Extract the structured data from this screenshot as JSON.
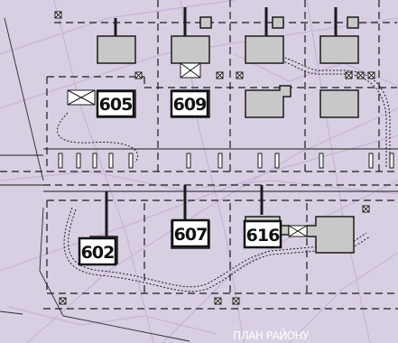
{
  "map": {
    "title": "ПЛАН РАЙОНУ",
    "colors": {
      "background": "#d9cfe3",
      "street_texture": "#c6b5d8",
      "building_fill": "#c8c8c8",
      "line": "#1a1a1a",
      "label_box": "#ffffff"
    },
    "buildings": [
      {
        "label": "605"
      },
      {
        "label": "609"
      },
      {
        "label": "602"
      },
      {
        "label": "607"
      },
      {
        "label": "616"
      }
    ]
  }
}
